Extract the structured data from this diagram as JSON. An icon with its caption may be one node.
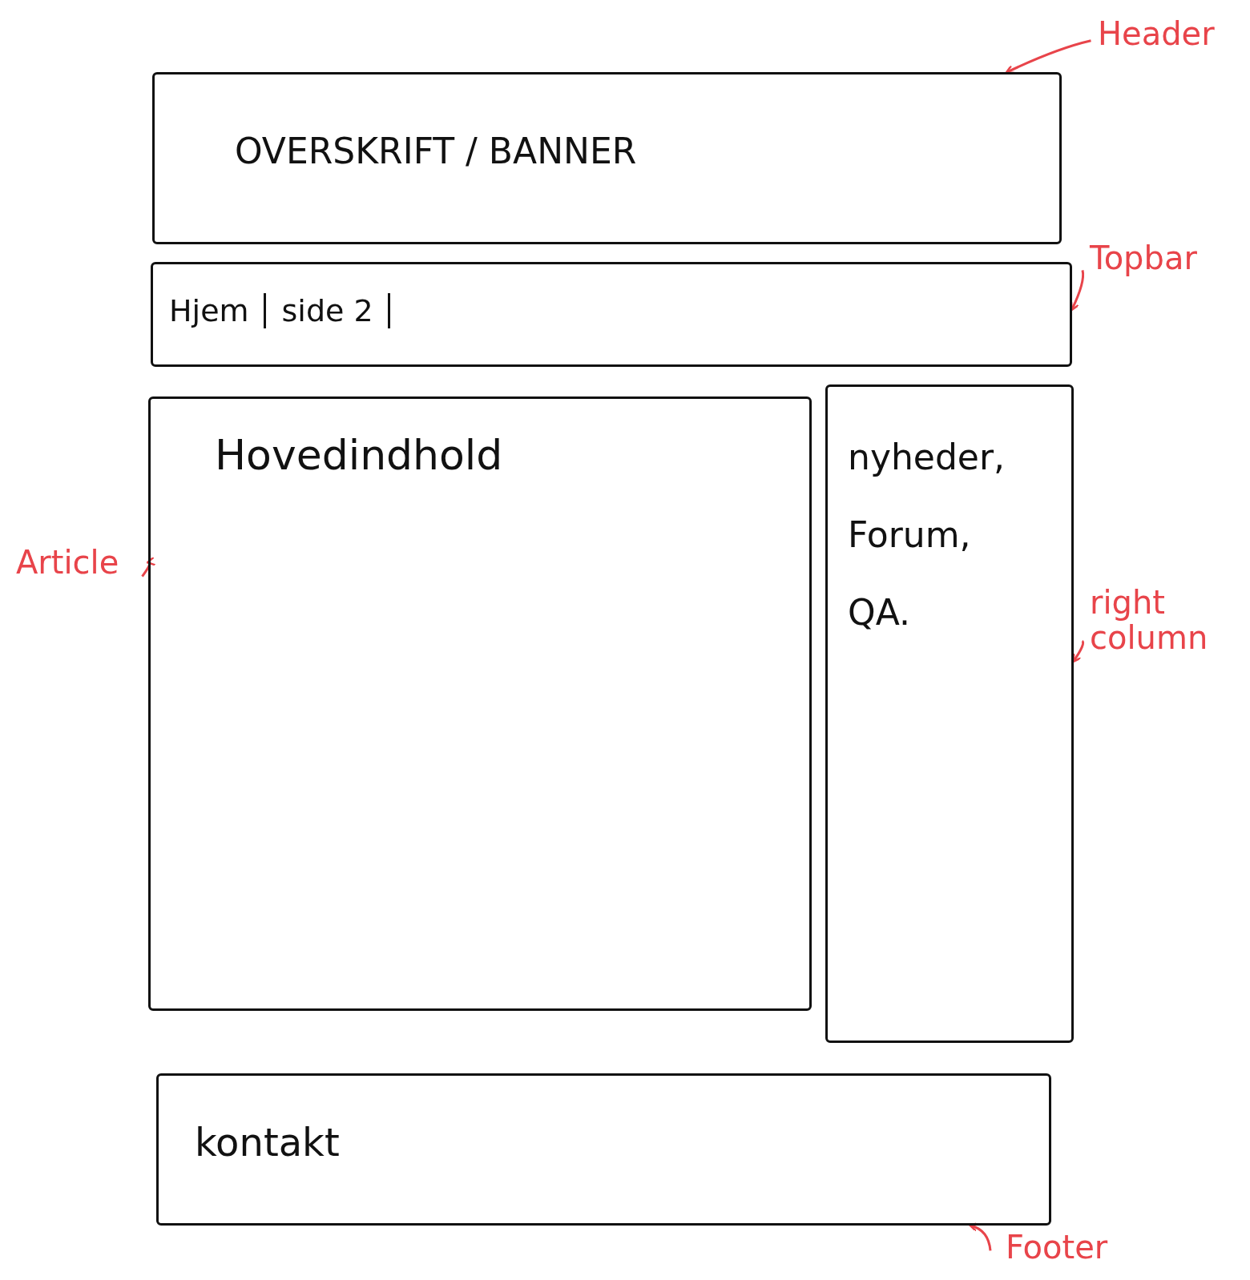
{
  "diagram": {
    "nodes": [
      {
        "text": [
          "OVERSKRIFT / BANNER"
        ]
      },
      {
        "text": [
          "Hjem",
          "side 2"
        ]
      },
      {
        "text": [
          "Hovedindhold"
        ]
      },
      {
        "text": [
          "nyheder, Forum, QA."
        ]
      },
      {
        "text": [
          "kontakt"
        ]
      },
      {
        "text": [
          "Header"
        ]
      },
      {
        "text": [
          "Topbar"
        ]
      },
      {
        "text": [
          "Article"
        ]
      },
      {
        "text": [
          "right column"
        ]
      },
      {
        "text": [
          "Footer"
        ]
      }
    ],
    "edges": [
      {
        "from": 5,
        "to": 0,
        "arrow": "to"
      },
      {
        "from": 6,
        "to": 1,
        "arrow": "to"
      },
      {
        "from": 7,
        "to": 2,
        "arrow": "to"
      },
      {
        "from": 8,
        "to": 3,
        "arrow": "to"
      },
      {
        "from": 9,
        "to": 4,
        "arrow": "to"
      }
    ]
  }
}
